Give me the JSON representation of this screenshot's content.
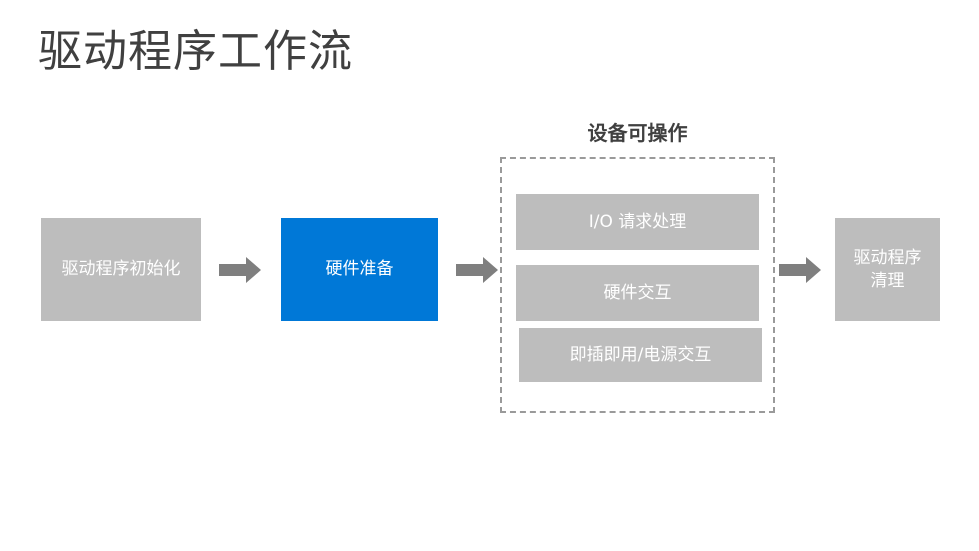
{
  "title": "驱动程序工作流",
  "group": {
    "label": "设备可操作",
    "steps": [
      "I/O 请求处理",
      "硬件交互",
      "即插即用/电源交互"
    ]
  },
  "flow": {
    "init": "驱动程序初始化",
    "prepare": "硬件准备",
    "cleanup": "驱动程序\n清理"
  },
  "colors": {
    "gray_box": "#bdbdbd",
    "blue_box": "#0078d7",
    "arrow": "#7f7f7f",
    "title_text": "#404040"
  }
}
